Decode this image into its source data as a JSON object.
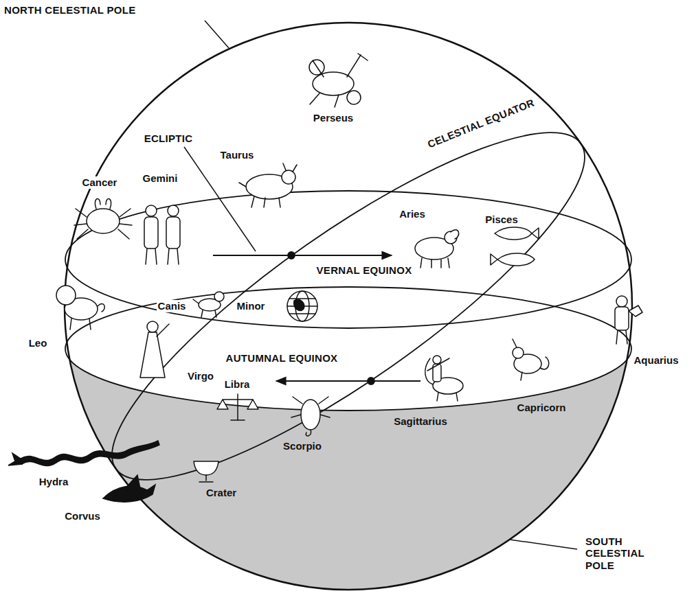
{
  "diagram": {
    "labels": [
      "NORTH CELESTIAL POLE",
      "Perseus",
      "ECLIPTIC",
      "CELESTIAL EQUATOR",
      "Taurus",
      "Cancer",
      "Gemini",
      "Aries",
      "Pisces",
      "VERNAL EQUINOX",
      "Canis",
      "Minor",
      "AUTUMNAL EQUINOX",
      "Leo",
      "Virgo",
      "Libra",
      "Aquarius",
      "Sagittarius",
      "Capricorn",
      "Scorpio",
      "Hydra",
      "Corvus",
      "Crater",
      "SOUTH CELESTIAL POLE"
    ]
  }
}
